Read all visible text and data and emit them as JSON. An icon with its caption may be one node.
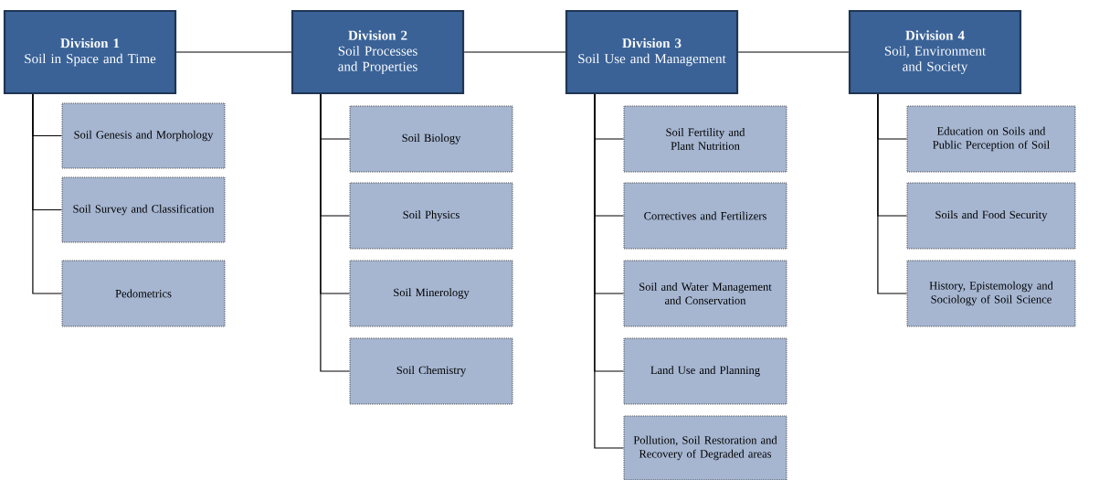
{
  "diagram": {
    "nodes": [
      {
        "text": [
          "Division 1",
          "Soil in Space and Time"
        ]
      },
      {
        "text": [
          "Soil Genesis and Morphology"
        ]
      },
      {
        "text": [
          "Soil Survey and Classification"
        ]
      },
      {
        "text": [
          "Pedometrics"
        ]
      },
      {
        "text": [
          "Division 2",
          "Soil Processes and Properties"
        ]
      },
      {
        "text": [
          "Soil Biology"
        ]
      },
      {
        "text": [
          "Soil Physics"
        ]
      },
      {
        "text": [
          "Soil Minerology"
        ]
      },
      {
        "text": [
          "Soil Chemistry"
        ]
      },
      {
        "text": [
          "Division 3",
          "Soil Use and Management"
        ]
      },
      {
        "text": [
          "Soil Fertility and Plant Nutrition"
        ]
      },
      {
        "text": [
          "Correctives and Fertilizers"
        ]
      },
      {
        "text": [
          "Soil and Water Management and Conservation"
        ]
      },
      {
        "text": [
          "Land Use and Planning"
        ]
      },
      {
        "text": [
          "Pollution, Soil Restoration and Recovery of Degraded areas"
        ]
      },
      {
        "text": [
          "Division 4",
          "Soil, Environment and Society"
        ]
      },
      {
        "text": [
          "Education on Soils and Public Perception of Soil"
        ]
      },
      {
        "text": [
          "Soils and Food Security"
        ]
      },
      {
        "text": [
          "History, Epistemology and Sociology of Soil Science"
        ]
      }
    ],
    "edges": [
      {
        "from": 0,
        "to": 4,
        "arrow": "none"
      },
      {
        "from": 4,
        "to": 9,
        "arrow": "none"
      },
      {
        "from": 9,
        "to": 15,
        "arrow": "none"
      },
      {
        "from": 0,
        "to": 1,
        "arrow": "none"
      },
      {
        "from": 0,
        "to": 2,
        "arrow": "none"
      },
      {
        "from": 0,
        "to": 3,
        "arrow": "none"
      },
      {
        "from": 4,
        "to": 5,
        "arrow": "none"
      },
      {
        "from": 4,
        "to": 6,
        "arrow": "none"
      },
      {
        "from": 4,
        "to": 7,
        "arrow": "none"
      },
      {
        "from": 4,
        "to": 8,
        "arrow": "none"
      },
      {
        "from": 9,
        "to": 10,
        "arrow": "none"
      },
      {
        "from": 9,
        "to": 11,
        "arrow": "none"
      },
      {
        "from": 9,
        "to": 12,
        "arrow": "none"
      },
      {
        "from": 9,
        "to": 13,
        "arrow": "none"
      },
      {
        "from": 9,
        "to": 14,
        "arrow": "none"
      },
      {
        "from": 15,
        "to": 16,
        "arrow": "none"
      },
      {
        "from": 15,
        "to": 17,
        "arrow": "none"
      },
      {
        "from": 15,
        "to": 18,
        "arrow": "none"
      }
    ]
  }
}
